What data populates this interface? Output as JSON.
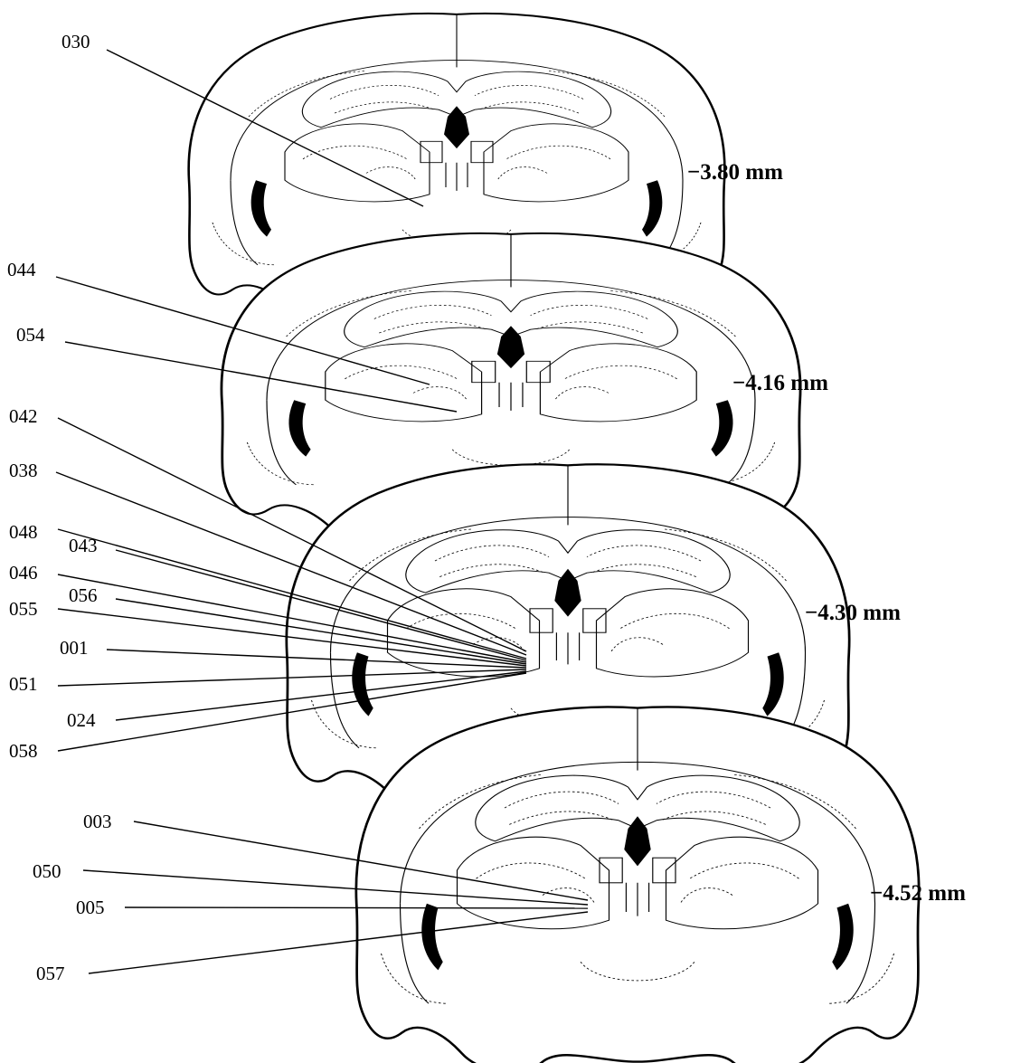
{
  "sections": [
    {
      "id": "s1",
      "level": "−3.80 mm"
    },
    {
      "id": "s2",
      "level": "−4.16 mm"
    },
    {
      "id": "s3",
      "level": "−4.30 mm"
    },
    {
      "id": "s4",
      "level": "−4.52 mm"
    }
  ],
  "labels": {
    "s1": [
      "030"
    ],
    "s2": [
      "044",
      "054"
    ],
    "s3": [
      "042",
      "038",
      "048",
      "043",
      "046",
      "056",
      "055",
      "001",
      "051",
      "024",
      "058"
    ],
    "s4": [
      "003",
      "050",
      "005",
      "057"
    ]
  }
}
